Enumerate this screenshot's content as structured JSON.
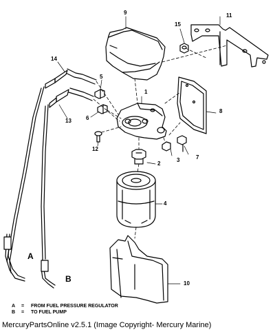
{
  "callouts": {
    "c1": "1",
    "c2": "2",
    "c3": "3",
    "c4": "4",
    "c5": "5",
    "c6": "6",
    "c7": "7",
    "c8": "8",
    "c9": "9",
    "c10": "10",
    "c11": "11",
    "c12": "12",
    "c13": "13",
    "c14": "14",
    "c15": "15"
  },
  "line_letters": {
    "a": "A",
    "b": "B"
  },
  "legend": [
    {
      "key": "A",
      "sep": "=",
      "text": "FROM FUEL PRESSURE REGULATOR"
    },
    {
      "key": "B",
      "sep": "=",
      "text": "TO FUEL PUMP"
    }
  ],
  "copyright": "MercuryPartsOnline v2.5.1 (Image Copyright- Mercury Marine)"
}
